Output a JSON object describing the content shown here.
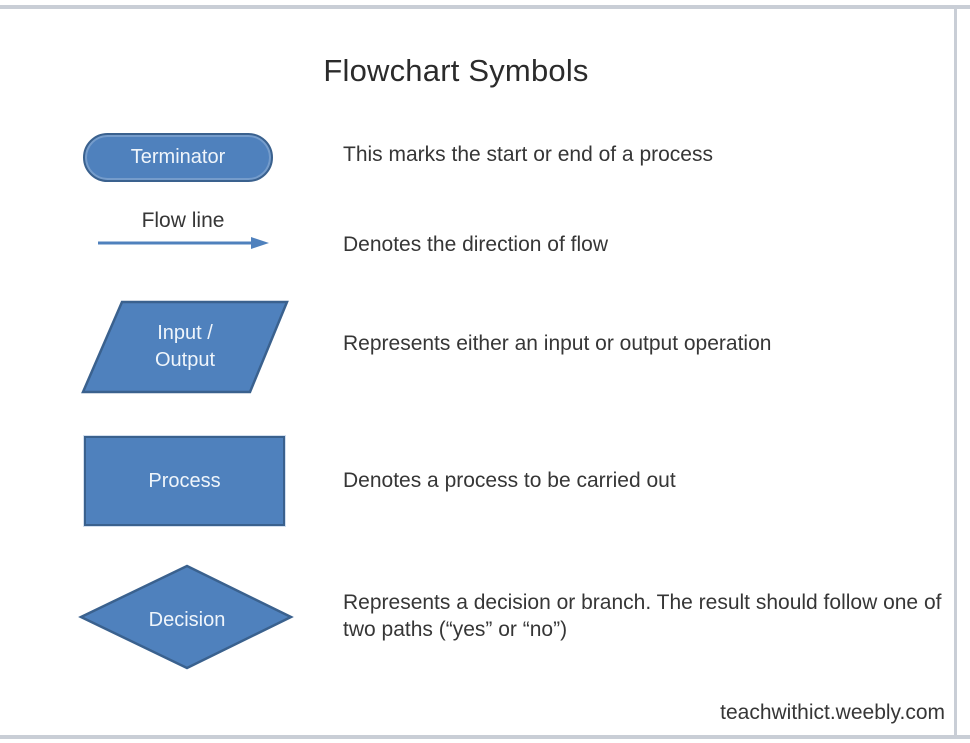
{
  "title": "Flowchart Symbols",
  "footer": "teachwithict.weebly.com",
  "colors": {
    "background": "#FFFFFF",
    "frame": "#C9CED6",
    "shape_fill": "#4F81BD",
    "shape_border": "#3A618E",
    "shape_label_text": "#EFF5FB",
    "arrow": "#4F81BD",
    "title_text": "#2B2B2B",
    "body_text": "#363636"
  },
  "rows": [
    {
      "symbol": "terminator",
      "label": "Terminator",
      "description": "This marks the start or end of a process"
    },
    {
      "symbol": "flow-line",
      "label": "Flow line",
      "description": "Denotes the direction of flow"
    },
    {
      "symbol": "input-output",
      "label": "Input / Output",
      "description": "Represents either an input or output operation"
    },
    {
      "symbol": "process",
      "label": "Process",
      "description": "Denotes a process to be carried out"
    },
    {
      "symbol": "decision",
      "label": "Decision",
      "description": "Represents a decision or branch. The result should follow one of two paths (“yes” or “no”)"
    }
  ]
}
